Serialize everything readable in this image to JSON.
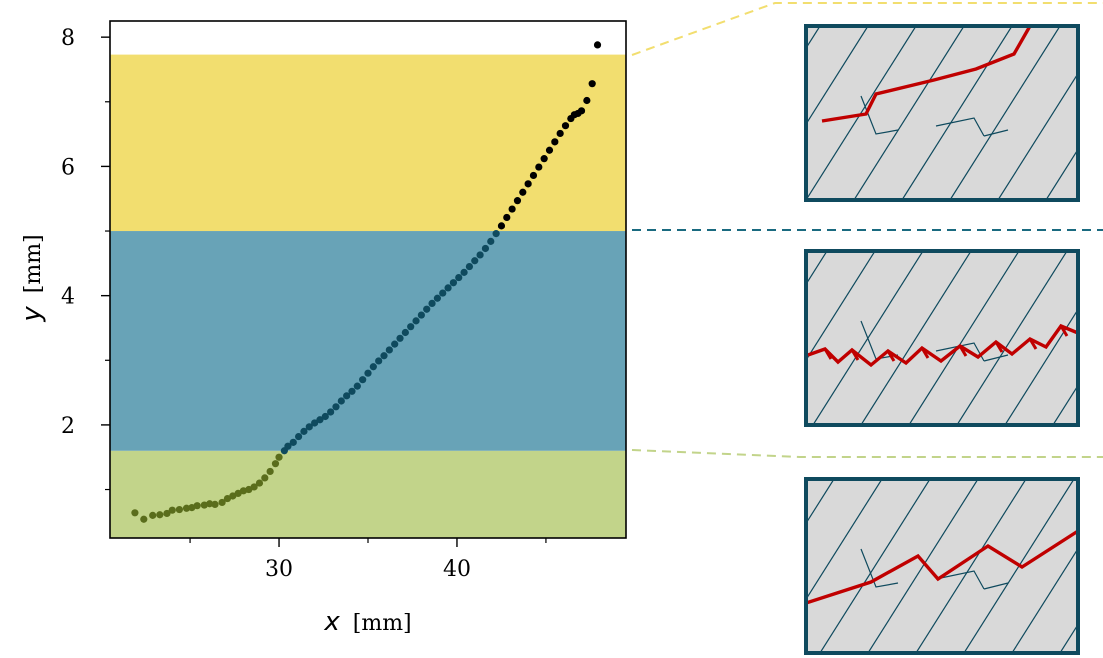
{
  "chart_data": {
    "type": "scatter",
    "xlabel": {
      "variable": "x",
      "unit": "[mm]"
    },
    "ylabel": {
      "variable": "y",
      "unit": "[mm]"
    },
    "xlim": [
      20.5,
      49.5
    ],
    "ylim": [
      0.25,
      8.25
    ],
    "x_ticks": [
      30,
      40
    ],
    "y_ticks": [
      2,
      4,
      6,
      8
    ],
    "x_minor_ticks": [
      25,
      35,
      45
    ],
    "y_minor_ticks": [
      1,
      3,
      5,
      7
    ],
    "grid": false,
    "bands": [
      {
        "y_range": [
          0.25,
          1.6
        ],
        "color": "#c2d48a"
      },
      {
        "y_range": [
          1.6,
          5.0
        ],
        "color": "#68a3b7"
      },
      {
        "y_range": [
          5.0,
          7.73
        ],
        "color": "#f2de6f"
      }
    ],
    "band_point_colors": [
      "#5a6d1c",
      "#0f4a5e",
      "#000000"
    ],
    "points": [
      [
        21.9,
        0.64
      ],
      [
        22.4,
        0.54
      ],
      [
        22.9,
        0.6
      ],
      [
        23.3,
        0.61
      ],
      [
        23.7,
        0.63
      ],
      [
        24.0,
        0.68
      ],
      [
        24.4,
        0.69
      ],
      [
        24.8,
        0.71
      ],
      [
        25.1,
        0.72
      ],
      [
        25.4,
        0.75
      ],
      [
        25.8,
        0.76
      ],
      [
        26.1,
        0.78
      ],
      [
        26.4,
        0.77
      ],
      [
        26.8,
        0.8
      ],
      [
        27.1,
        0.86
      ],
      [
        27.4,
        0.9
      ],
      [
        27.7,
        0.94
      ],
      [
        28.0,
        0.98
      ],
      [
        28.3,
        1.0
      ],
      [
        28.6,
        1.04
      ],
      [
        28.9,
        1.1
      ],
      [
        29.2,
        1.18
      ],
      [
        29.5,
        1.28
      ],
      [
        29.8,
        1.4
      ],
      [
        30.0,
        1.5
      ],
      [
        30.3,
        1.6
      ],
      [
        30.5,
        1.67
      ],
      [
        30.8,
        1.73
      ],
      [
        31.1,
        1.82
      ],
      [
        31.4,
        1.9
      ],
      [
        31.7,
        1.97
      ],
      [
        32.0,
        2.03
      ],
      [
        32.3,
        2.08
      ],
      [
        32.6,
        2.13
      ],
      [
        32.9,
        2.2
      ],
      [
        33.2,
        2.28
      ],
      [
        33.5,
        2.37
      ],
      [
        33.8,
        2.45
      ],
      [
        34.1,
        2.52
      ],
      [
        34.4,
        2.6
      ],
      [
        34.7,
        2.7
      ],
      [
        35.0,
        2.8
      ],
      [
        35.3,
        2.9
      ],
      [
        35.6,
        2.99
      ],
      [
        35.9,
        3.07
      ],
      [
        36.2,
        3.16
      ],
      [
        36.5,
        3.25
      ],
      [
        36.8,
        3.34
      ],
      [
        37.1,
        3.43
      ],
      [
        37.4,
        3.52
      ],
      [
        37.7,
        3.61
      ],
      [
        38.0,
        3.7
      ],
      [
        38.3,
        3.79
      ],
      [
        38.6,
        3.88
      ],
      [
        38.9,
        3.96
      ],
      [
        39.2,
        4.04
      ],
      [
        39.5,
        4.12
      ],
      [
        39.8,
        4.2
      ],
      [
        40.1,
        4.28
      ],
      [
        40.4,
        4.36
      ],
      [
        40.7,
        4.45
      ],
      [
        41.0,
        4.54
      ],
      [
        41.3,
        4.63
      ],
      [
        41.6,
        4.73
      ],
      [
        41.9,
        4.84
      ],
      [
        42.2,
        4.96
      ],
      [
        42.5,
        5.08
      ],
      [
        42.8,
        5.21
      ],
      [
        43.1,
        5.34
      ],
      [
        43.4,
        5.47
      ],
      [
        43.7,
        5.6
      ],
      [
        44.0,
        5.73
      ],
      [
        44.3,
        5.86
      ],
      [
        44.6,
        5.99
      ],
      [
        44.9,
        6.12
      ],
      [
        45.2,
        6.25
      ],
      [
        45.5,
        6.38
      ],
      [
        45.8,
        6.51
      ],
      [
        46.1,
        6.63
      ],
      [
        46.4,
        6.74
      ],
      [
        46.6,
        6.8
      ],
      [
        46.8,
        6.82
      ],
      [
        47.0,
        6.86
      ],
      [
        47.3,
        7.02
      ],
      [
        47.6,
        7.28
      ],
      [
        47.9,
        7.88
      ]
    ]
  },
  "insets": {
    "connector_colors": [
      "#f2de6f",
      "#1a6a80",
      "#c2d48a"
    ],
    "frame_color": "#0f4a5e",
    "background_color": "#d9d9d9",
    "crack_color": "#c00000",
    "items": [
      {
        "name": "top-inset",
        "crack_style": "smooth"
      },
      {
        "name": "middle-inset",
        "crack_style": "zigzag"
      },
      {
        "name": "bottom-inset",
        "crack_style": "kinked"
      }
    ]
  }
}
